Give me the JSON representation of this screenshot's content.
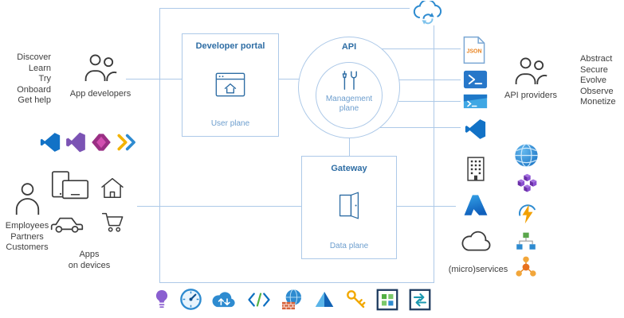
{
  "left_panel": {
    "developer_actions": [
      "Discover",
      "Learn",
      "Try",
      "Onboard",
      "Get help"
    ],
    "app_developers_label": "App developers",
    "dev_tool_icons": [
      "vscode-icon",
      "visual-studio-icon",
      "power-apps-icon",
      "chevrons-icon"
    ],
    "consumers": [
      "Employees",
      "Partners",
      "Customers"
    ],
    "apps_on_devices": [
      "Apps",
      "on devices"
    ],
    "consumer_icons": [
      "person-icon",
      "devices-icon",
      "house-icon",
      "car-icon",
      "shopping-cart-icon"
    ]
  },
  "diagram": {
    "cloud_icon": "cloud-sync-icon",
    "developer_portal": {
      "title": "Developer portal",
      "plane": "User plane",
      "icon": "browser-window-icon"
    },
    "api": {
      "title": "API",
      "plane": "Management plane",
      "icon": "tools-icon"
    },
    "gateway": {
      "title": "Gateway",
      "plane": "Data plane",
      "icon": "open-door-icon"
    }
  },
  "right_panel": {
    "tool_icons": [
      "json-file-icon",
      "powershell-icon",
      "cli-icon",
      "vscode-icon"
    ],
    "json_file_label": "JSON",
    "api_providers_label": "API providers",
    "provider_actions": [
      "Abstract",
      "Secure",
      "Evolve",
      "Observe",
      "Monetize"
    ],
    "backend_icons": [
      "building-icon",
      "azure-icon",
      "cloud-icon"
    ],
    "microservices_label": "(micro)services",
    "service_icons": [
      "globe-icon",
      "cubes-icon",
      "lightning-icon",
      "hierarchy-icon",
      "molecule-icon"
    ]
  },
  "bottom_icons": [
    "lightbulb-icon",
    "gauge-icon",
    "cloud-arrows-icon",
    "code-brackets-icon",
    "globe-firewall-icon",
    "pyramid-icon",
    "key-icon",
    "grid-frame-icon",
    "arrows-frame-icon"
  ],
  "colors": {
    "line_blue": "#adc9e8",
    "title_blue": "#2e6da4",
    "plane_blue": "#6d9ece",
    "text_gray": "#3f3f3f"
  }
}
